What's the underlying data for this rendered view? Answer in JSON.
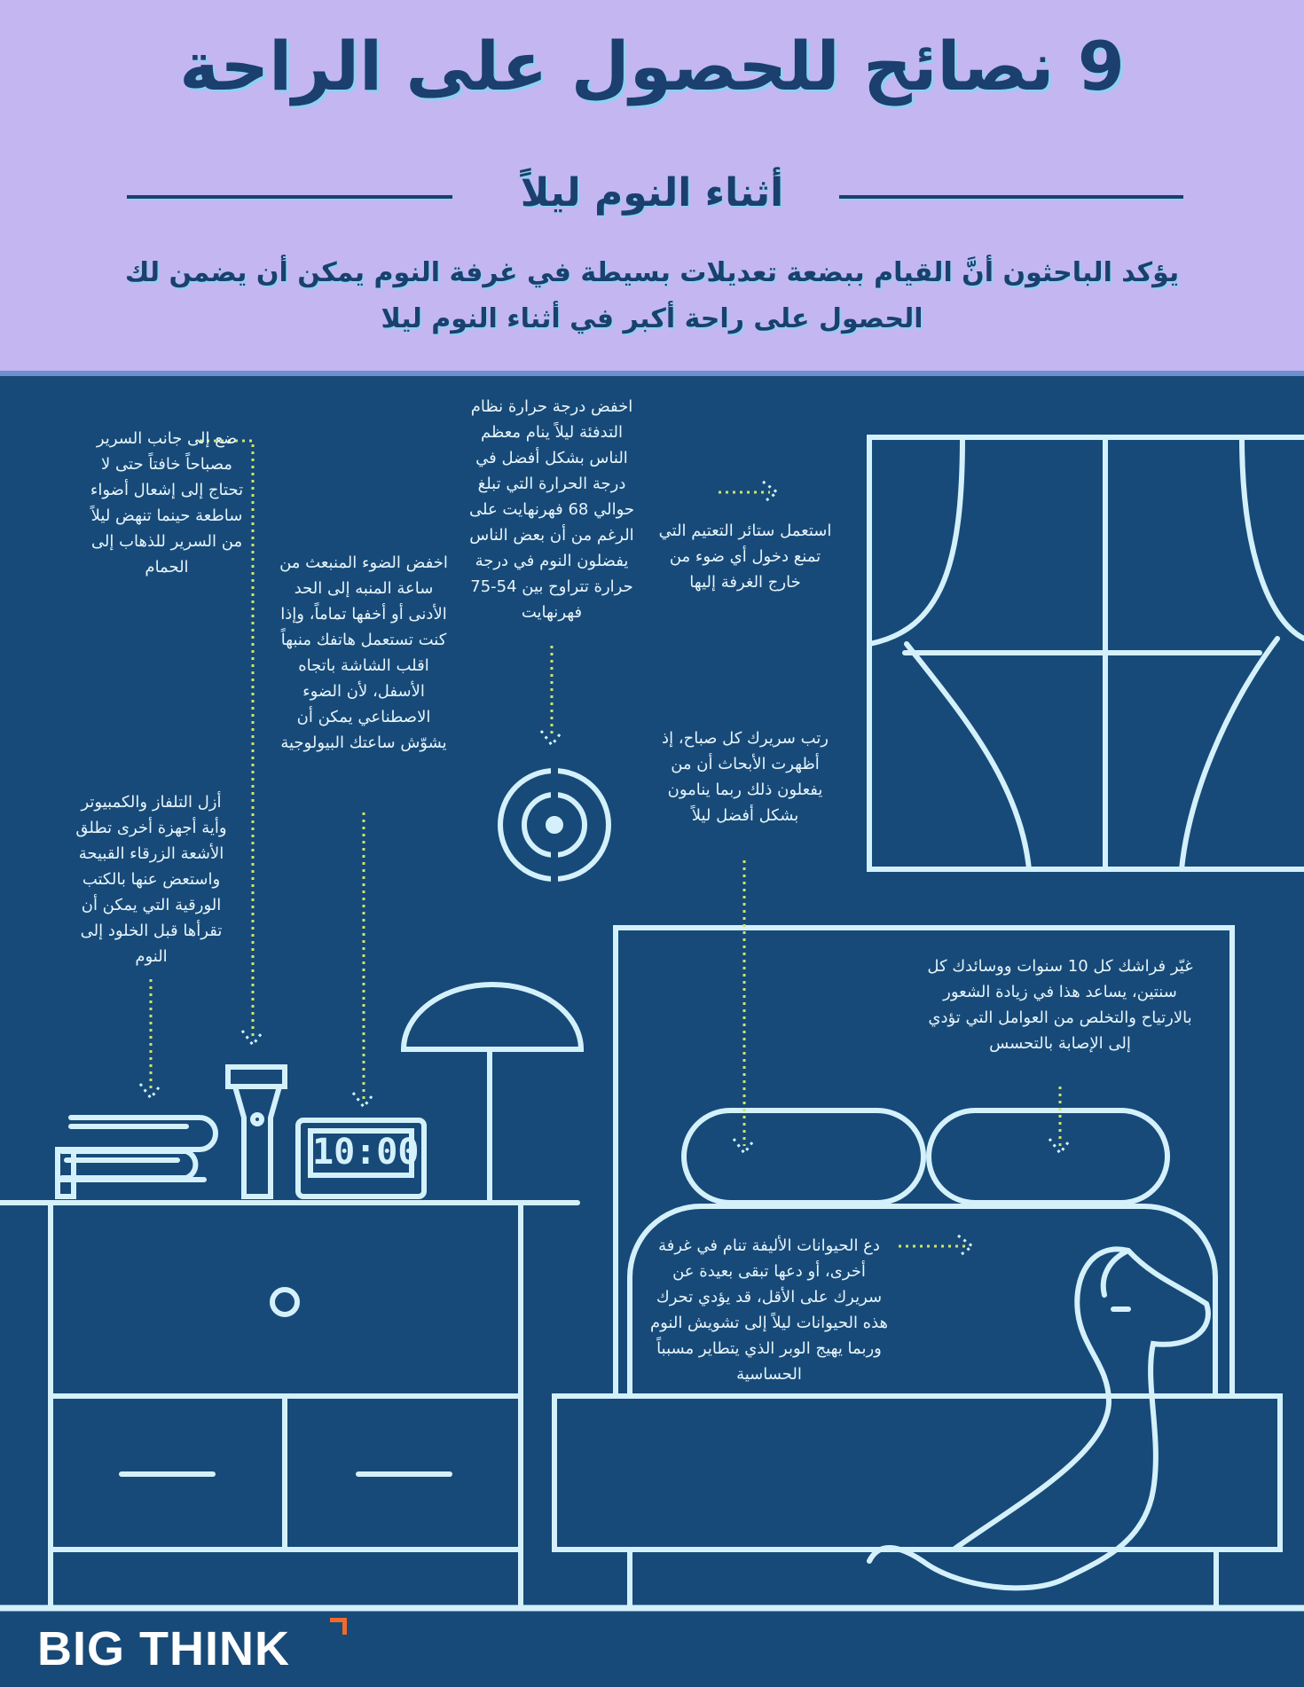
{
  "header": {
    "title": "9 نصائح للحصول على الراحة",
    "subtitle": "أثناء النوم ليلاً",
    "intro": "يؤكد الباحثون أنَّ القيام ببضعة تعديلات بسيطة في غرفة النوم يمكن أن يضمن لك الحصول على راحة أكبر في أثناء النوم ليلا"
  },
  "tips": {
    "nightlight": "ضع إلى جانب السرير مصباحاً خافتاً حتى لا تحتاج إلى إشعال أضواء ساطعة حينما تنهض ليلاً من السرير للذهاب إلى الحمام",
    "screens": "أزل التلفاز والكمبيوتر وأية أجهزة أخرى تطلق الأشعة الزرقاء القبيحة واستعض عنها بالكتب الورقية التي يمكن أن تقرأها قبل الخلود إلى النوم",
    "clock_light": "اخفض الضوء المنبعث من ساعة المنبه إلى الحد الأدنى أو أخفها تماماً، وإذا كنت تستعمل هاتفك منبهاً اقلب الشاشة باتجاه الأسفل، لأن الضوء الاصطناعي يمكن أن يشوّش ساعتك البيولوجية",
    "temperature": "اخفض درجة حرارة نظام التدفئة ليلاً ينام معظم الناس بشكل أفضل في درجة الحرارة التي تبلغ حوالي 68 فهرنهايت على الرغم من أن بعض الناس يفضلون النوم في درجة حرارة تتراوح بين 54-75 فهرنهايت",
    "curtains": "استعمل ستائر التعتيم التي تمنع دخول أي ضوء من خارج الغرفة إليها",
    "make_bed": "رتب سريرك كل صباح، إذ أظهرت الأبحاث أن من يفعلون ذلك ربما ينامون بشكل أفضل ليلاً",
    "mattress": "غيّر فراشك كل 10 سنوات ووسائدك كل سنتين، يساعد هذا في زيادة الشعور بالارتياح والتخلص من العوامل التي تؤدي إلى الإصابة بالتحسس",
    "pets": "دع الحيوانات الأليفة تنام في غرفة أخرى، أو دعها تبقى بعيدة عن سريرك على الأقل، قد يؤدي تحرك هذه الحيوانات ليلاً إلى تشويش النوم وربما يهيج الوبر الذي يتطاير مسبباً الحساسية"
  },
  "clock": {
    "time": "10:00"
  },
  "footer": {
    "logo": "BIG THINK"
  },
  "colors": {
    "header_bg": "#c4b6f1",
    "main_bg": "#174a78",
    "line": "#d4f1fb",
    "dots": "#cfe36a",
    "title": "#1b3f6e",
    "logo_accent": "#f06b2a"
  }
}
